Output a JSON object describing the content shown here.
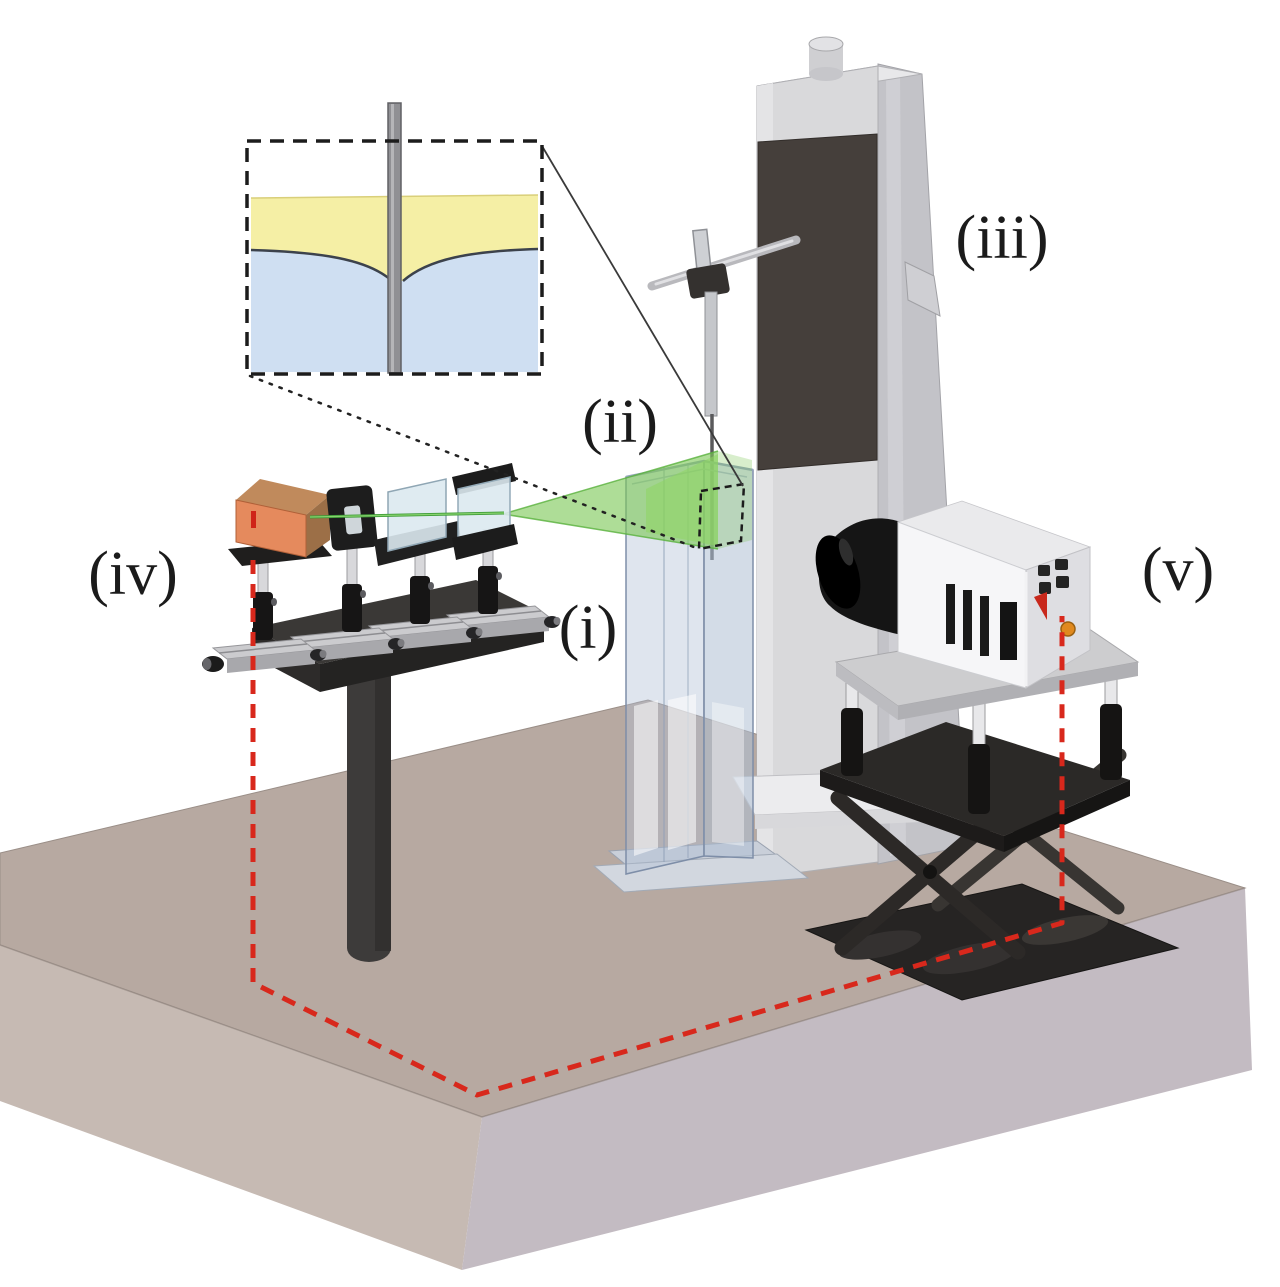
{
  "figure": {
    "type": "experimental-setup-schematic",
    "labels": {
      "i": "(i)",
      "ii": "(ii)",
      "iii": "(iii)",
      "iv": "(iv)",
      "v": "(v)"
    },
    "colors": {
      "label-ink": "#1b1b1b",
      "base-top": "#b7a9a1",
      "base-front-left": "#c6bab3",
      "base-front-right": "#c3bbc2",
      "column-light": "#d9d9db",
      "column-side": "#c3c3c8",
      "carriage-dark": "#453f3b",
      "foot-plate": "#ececee",
      "tank-glass": "#aebfd4",
      "tank-edge": "#7e8ea8",
      "sheet-green": "#7dc857",
      "sheet-green-bright": "#8ed562",
      "beam-green": "#3f9c38",
      "cable-red": "#d8281c",
      "laser-orange": "#e58a5d",
      "laser-brown": "#9c6f47",
      "laser-top": "#c08a5c",
      "camera-white": "#f6f6f8",
      "camera-side": "#dedee2",
      "table-gray": "#cdcdcf",
      "jack-black": "#262423",
      "hardware-black": "#1c1b1a",
      "stage-gray": "#cbcbce",
      "inset-yellow": "#f5efa5",
      "inset-blue": "#cfdff2",
      "liquid-line": "#3c424c",
      "rod-gray": "#909094",
      "glass-optic": "#dce9f0",
      "indicator-orange": "#e0891e"
    }
  }
}
